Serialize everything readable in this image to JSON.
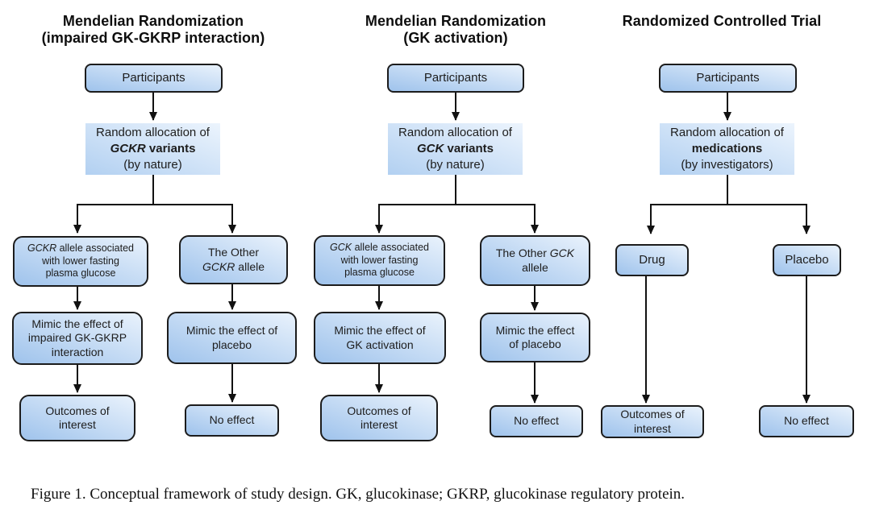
{
  "figure": {
    "caption": "Figure 1. Conceptual framework of study design. GK, glucokinase; GKRP, glucokinase regulatory protein."
  },
  "col1": {
    "title1": "Mendelian Randomization",
    "title2": "(impaired GK-GKRP interaction)",
    "participants": "Participants",
    "alloc1": "Random allocation of",
    "alloc_gene": "GCKR",
    "alloc2rest": " variants",
    "alloc3": "(by nature)",
    "bl_gene": "GCKR",
    "bl1rest": " allele associated",
    "bl2": "with lower fasting",
    "bl3": "plasma glucose",
    "br1": "The Other",
    "br_gene": "GCKR",
    "br2rest": " allele",
    "ml1": "Mimic the effect of",
    "ml2": "impaired GK-GKRP",
    "ml3": "interaction",
    "mr1": "Mimic the effect of",
    "mr2": "placebo",
    "out1": "Outcomes of",
    "out2": "interest",
    "no_effect": "No effect"
  },
  "col2": {
    "title1": "Mendelian Randomization",
    "title2": "(GK activation)",
    "participants": "Participants",
    "alloc1": "Random allocation of",
    "alloc_gene": "GCK",
    "alloc2rest": " variants",
    "alloc3": "(by nature)",
    "bl_gene": "GCK",
    "bl1rest": " allele associated",
    "bl2": "with lower fasting",
    "bl3": "plasma glucose",
    "br1pre": "The Other ",
    "br_gene": "GCK",
    "br2": "allele",
    "ml1": "Mimic the effect of",
    "ml2": "GK activation",
    "mr1": "Mimic the effect",
    "mr2": "of placebo",
    "out1": "Outcomes of",
    "out2": "interest",
    "no_effect": "No effect"
  },
  "col3": {
    "title1": "Randomized Controlled Trial",
    "participants": "Participants",
    "alloc1": "Random allocation of",
    "alloc2": "medications",
    "alloc3": "(by investigators)",
    "drug": "Drug",
    "placebo": "Placebo",
    "out1": "Outcomes of",
    "out2": "interest",
    "no_effect": "No effect"
  },
  "colors": {
    "box_gradient_blue": "#9fc3ec",
    "box_gradient_light": "#e9f2fc",
    "alloc_gradient_blue": "#b2d0f1",
    "alloc_gradient_light": "#ecf4fd",
    "border": "#1c1c1c",
    "line": "#111111"
  }
}
